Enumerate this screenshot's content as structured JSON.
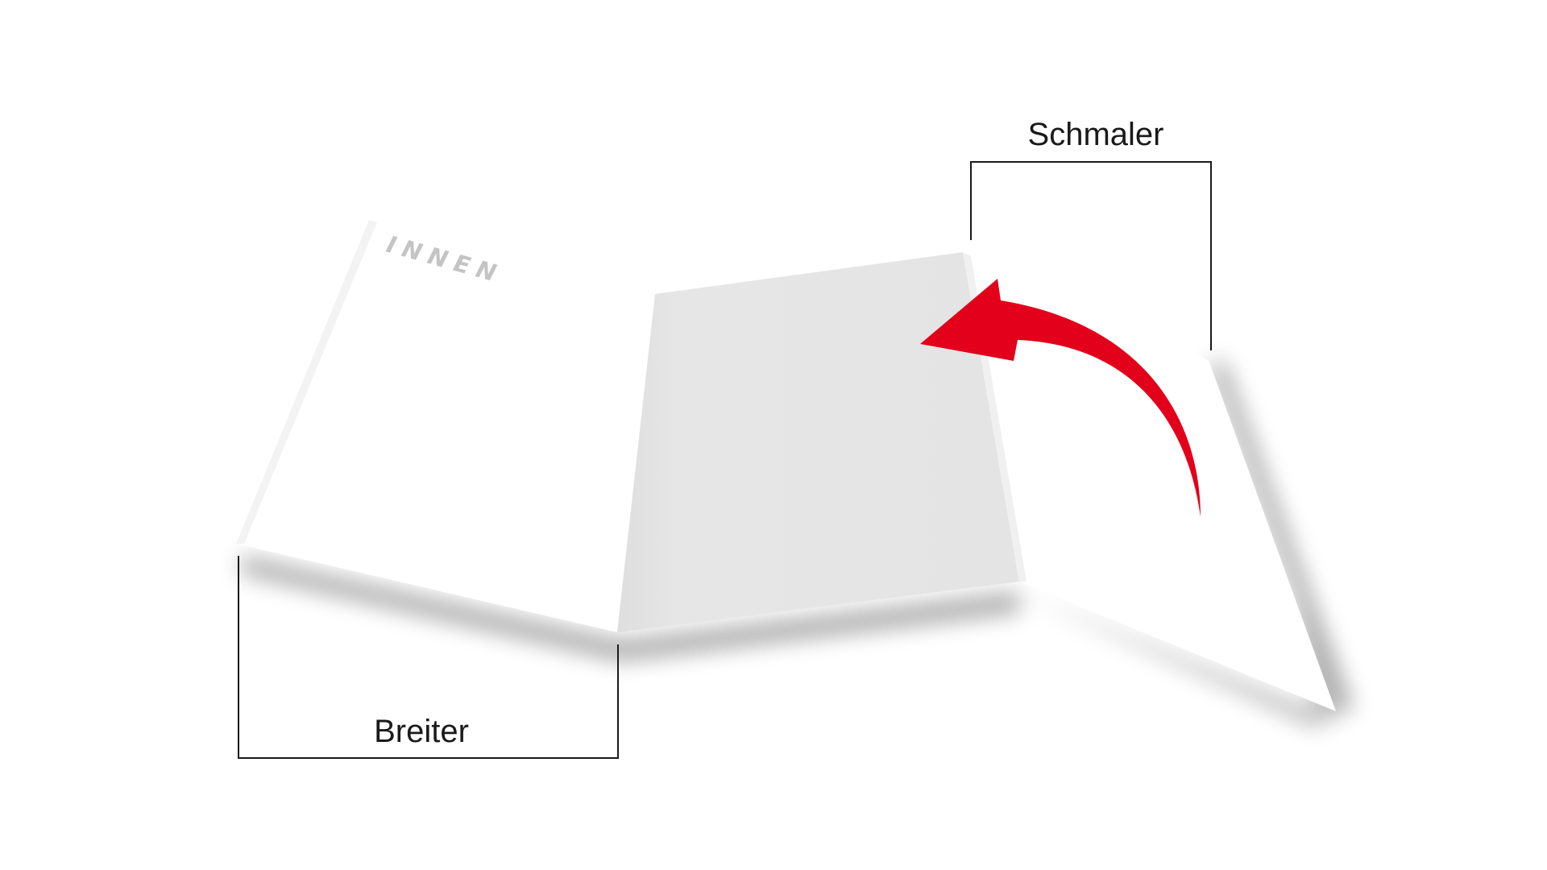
{
  "diagram": {
    "left_panel_text": "INNEN",
    "label_narrow": "Schmaler",
    "label_wide": "Breiter"
  },
  "colors": {
    "background": "#ffffff",
    "panel_white": "#ffffff",
    "panel_grey": "#e6e6e6",
    "panel_grey_shade": "#dcdcdc",
    "innen_text": "#c4c4c4",
    "arrow": "#e2001a",
    "bracket": "#1a1a1a"
  },
  "icons": {
    "fold_arrow": "curved-arrow-left-icon"
  }
}
